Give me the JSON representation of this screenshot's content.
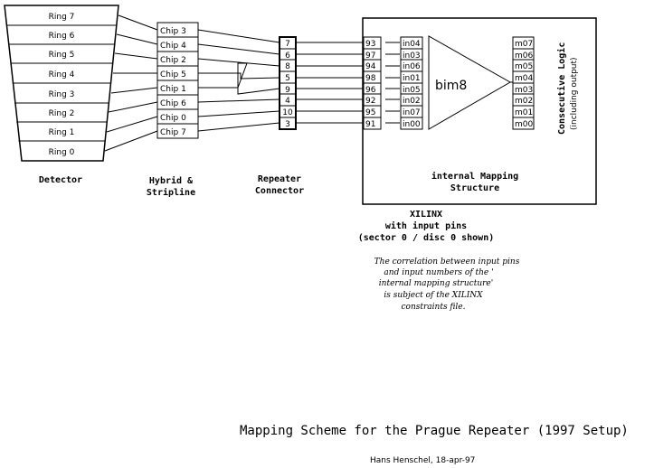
{
  "detector": {
    "rings": [
      "Ring 7",
      "Ring 6",
      "Ring 5",
      "Ring 4",
      "Ring 3",
      "Ring 2",
      "Ring 1",
      "Ring 0"
    ],
    "label": "Detector"
  },
  "hybrid": {
    "chips": [
      "Chip 3",
      "Chip 4",
      "Chip 2",
      "Chip 5",
      "Chip 1",
      "Chip 6",
      "Chip 0",
      "Chip 7"
    ],
    "label_line1": "Hybrid &",
    "label_line2": "Stripline"
  },
  "repeater": {
    "pins": [
      "7",
      "6",
      "8",
      "5",
      "9",
      "4",
      "10",
      "3"
    ],
    "label_line1": "Repeater",
    "label_line2": "Connector"
  },
  "xilinx": {
    "input_pins": [
      "93",
      "97",
      "94",
      "98",
      "96",
      "92",
      "95",
      "91"
    ],
    "inputs": [
      "in04",
      "in03",
      "in06",
      "in01",
      "in05",
      "in02",
      "in07",
      "in00"
    ],
    "block_name": "bim8",
    "outputs": [
      "m07",
      "m06",
      "m05",
      "m04",
      "m03",
      "m02",
      "m01",
      "m00"
    ],
    "logic_label": "Consecutive Logic",
    "logic_sublabel": "(including output)",
    "structure_line1": "internal  Mapping",
    "structure_line2": "Structure",
    "caption_line1": "XILINX",
    "caption_line2": "with input pins",
    "caption_line3": "(sector 0 / disc 0 shown)"
  },
  "note": {
    "lines": [
      "The correlation between input pins",
      "and input numbers of the '",
      "internal mapping structure'",
      "is subject of the XILINX",
      "constraints file."
    ]
  },
  "footer": {
    "title": "Mapping Scheme for the Prague Repeater (1997 Setup)",
    "author": "Hans Henschel, 18-apr-97"
  }
}
